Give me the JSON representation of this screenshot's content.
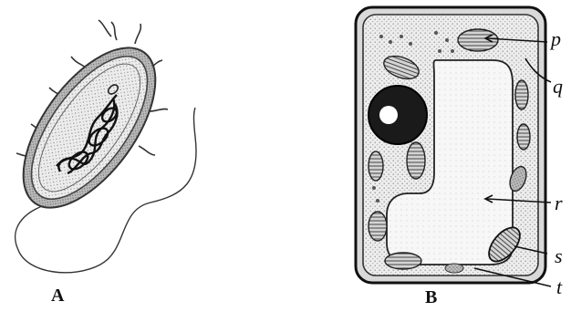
{
  "figure": {
    "cells": [
      {
        "id": "A",
        "label": "A"
      },
      {
        "id": "B",
        "label": "B"
      }
    ],
    "parts": [
      {
        "letter": "p"
      },
      {
        "letter": "q"
      },
      {
        "letter": "r"
      },
      {
        "letter": "s"
      },
      {
        "letter": "t"
      }
    ]
  }
}
